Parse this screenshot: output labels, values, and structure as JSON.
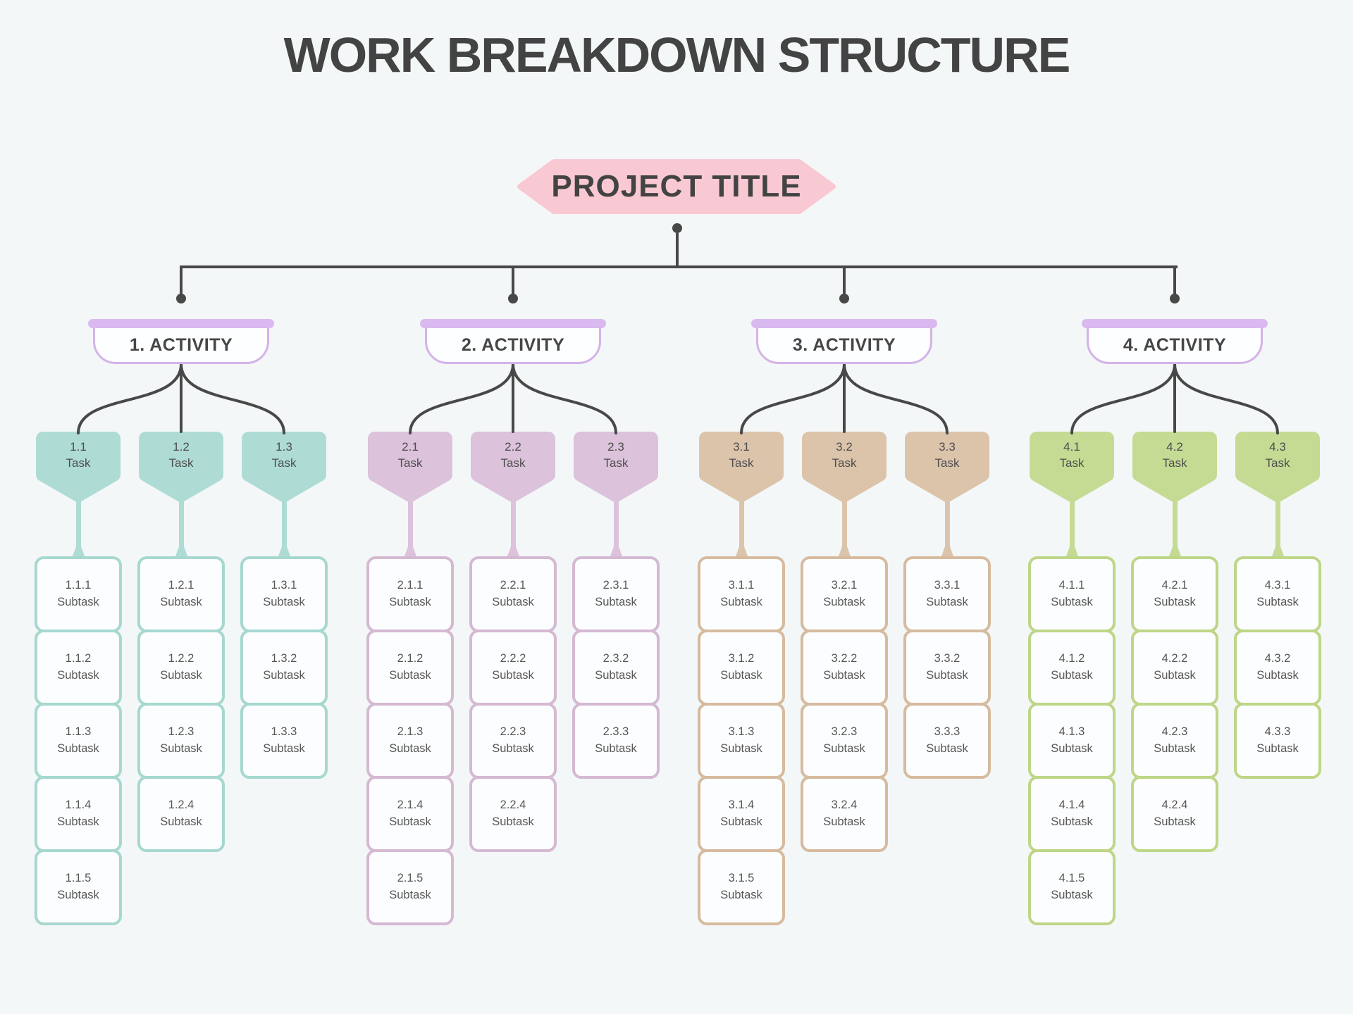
{
  "title": "WORK BREAKDOWN STRUCTURE",
  "project": {
    "label": "PROJECT TITLE"
  },
  "colors": {
    "background": "#f3f7f8",
    "connector": "#484848",
    "heading_text": "#434343",
    "node_text": "#4e4e4e",
    "subtask_text": "#575757",
    "project_banner": "#f9c9d3",
    "activity_bar": "#d9b9ef",
    "activity_border": "#d4b3e7",
    "cell_fill": "#fcfdfe"
  },
  "activities": [
    {
      "label": "1. ACTIVITY",
      "theme": {
        "fill": "#aedcd5",
        "border": "#a6d8d0"
      },
      "tasks": [
        {
          "id": "1.1",
          "label": "Task",
          "subtasks": [
            {
              "id": "1.1.1",
              "label": "Subtask"
            },
            {
              "id": "1.1.2",
              "label": "Subtask"
            },
            {
              "id": "1.1.3",
              "label": "Subtask"
            },
            {
              "id": "1.1.4",
              "label": "Subtask"
            },
            {
              "id": "1.1.5",
              "label": "Subtask"
            }
          ]
        },
        {
          "id": "1.2",
          "label": "Task",
          "subtasks": [
            {
              "id": "1.2.1",
              "label": "Subtask"
            },
            {
              "id": "1.2.2",
              "label": "Subtask"
            },
            {
              "id": "1.2.3",
              "label": "Subtask"
            },
            {
              "id": "1.2.4",
              "label": "Subtask"
            }
          ]
        },
        {
          "id": "1.3",
          "label": "Task",
          "subtasks": [
            {
              "id": "1.3.1",
              "label": "Subtask"
            },
            {
              "id": "1.3.2",
              "label": "Subtask"
            },
            {
              "id": "1.3.3",
              "label": "Subtask"
            }
          ]
        }
      ]
    },
    {
      "label": "2. ACTIVITY",
      "theme": {
        "fill": "#dcc2da",
        "border": "#d5b9d2"
      },
      "tasks": [
        {
          "id": "2.1",
          "label": "Task",
          "subtasks": [
            {
              "id": "2.1.1",
              "label": "Subtask"
            },
            {
              "id": "2.1.2",
              "label": "Subtask"
            },
            {
              "id": "2.1.3",
              "label": "Subtask"
            },
            {
              "id": "2.1.4",
              "label": "Subtask"
            },
            {
              "id": "2.1.5",
              "label": "Subtask"
            }
          ]
        },
        {
          "id": "2.2",
          "label": "Task",
          "subtasks": [
            {
              "id": "2.2.1",
              "label": "Subtask"
            },
            {
              "id": "2.2.2",
              "label": "Subtask"
            },
            {
              "id": "2.2.3",
              "label": "Subtask"
            },
            {
              "id": "2.2.4",
              "label": "Subtask"
            }
          ]
        },
        {
          "id": "2.3",
          "label": "Task",
          "subtasks": [
            {
              "id": "2.3.1",
              "label": "Subtask"
            },
            {
              "id": "2.3.2",
              "label": "Subtask"
            },
            {
              "id": "2.3.3",
              "label": "Subtask"
            }
          ]
        }
      ]
    },
    {
      "label": "3. ACTIVITY",
      "theme": {
        "fill": "#dcc4ab",
        "border": "#d6bb9f"
      },
      "tasks": [
        {
          "id": "3.1",
          "label": "Task",
          "subtasks": [
            {
              "id": "3.1.1",
              "label": "Subtask"
            },
            {
              "id": "3.1.2",
              "label": "Subtask"
            },
            {
              "id": "3.1.3",
              "label": "Subtask"
            },
            {
              "id": "3.1.4",
              "label": "Subtask"
            },
            {
              "id": "3.1.5",
              "label": "Subtask"
            }
          ]
        },
        {
          "id": "3.2",
          "label": "Task",
          "subtasks": [
            {
              "id": "3.2.1",
              "label": "Subtask"
            },
            {
              "id": "3.2.2",
              "label": "Subtask"
            },
            {
              "id": "3.2.3",
              "label": "Subtask"
            },
            {
              "id": "3.2.4",
              "label": "Subtask"
            }
          ]
        },
        {
          "id": "3.3",
          "label": "Task",
          "subtasks": [
            {
              "id": "3.3.1",
              "label": "Subtask"
            },
            {
              "id": "3.3.2",
              "label": "Subtask"
            },
            {
              "id": "3.3.3",
              "label": "Subtask"
            }
          ]
        }
      ]
    },
    {
      "label": "4. ACTIVITY",
      "theme": {
        "fill": "#c5db94",
        "border": "#bed687"
      },
      "tasks": [
        {
          "id": "4.1",
          "label": "Task",
          "subtasks": [
            {
              "id": "4.1.1",
              "label": "Subtask"
            },
            {
              "id": "4.1.2",
              "label": "Subtask"
            },
            {
              "id": "4.1.3",
              "label": "Subtask"
            },
            {
              "id": "4.1.4",
              "label": "Subtask"
            },
            {
              "id": "4.1.5",
              "label": "Subtask"
            }
          ]
        },
        {
          "id": "4.2",
          "label": "Task",
          "subtasks": [
            {
              "id": "4.2.1",
              "label": "Subtask"
            },
            {
              "id": "4.2.2",
              "label": "Subtask"
            },
            {
              "id": "4.2.3",
              "label": "Subtask"
            },
            {
              "id": "4.2.4",
              "label": "Subtask"
            }
          ]
        },
        {
          "id": "4.3",
          "label": "Task",
          "subtasks": [
            {
              "id": "4.3.1",
              "label": "Subtask"
            },
            {
              "id": "4.3.2",
              "label": "Subtask"
            },
            {
              "id": "4.3.3",
              "label": "Subtask"
            }
          ]
        }
      ]
    }
  ]
}
